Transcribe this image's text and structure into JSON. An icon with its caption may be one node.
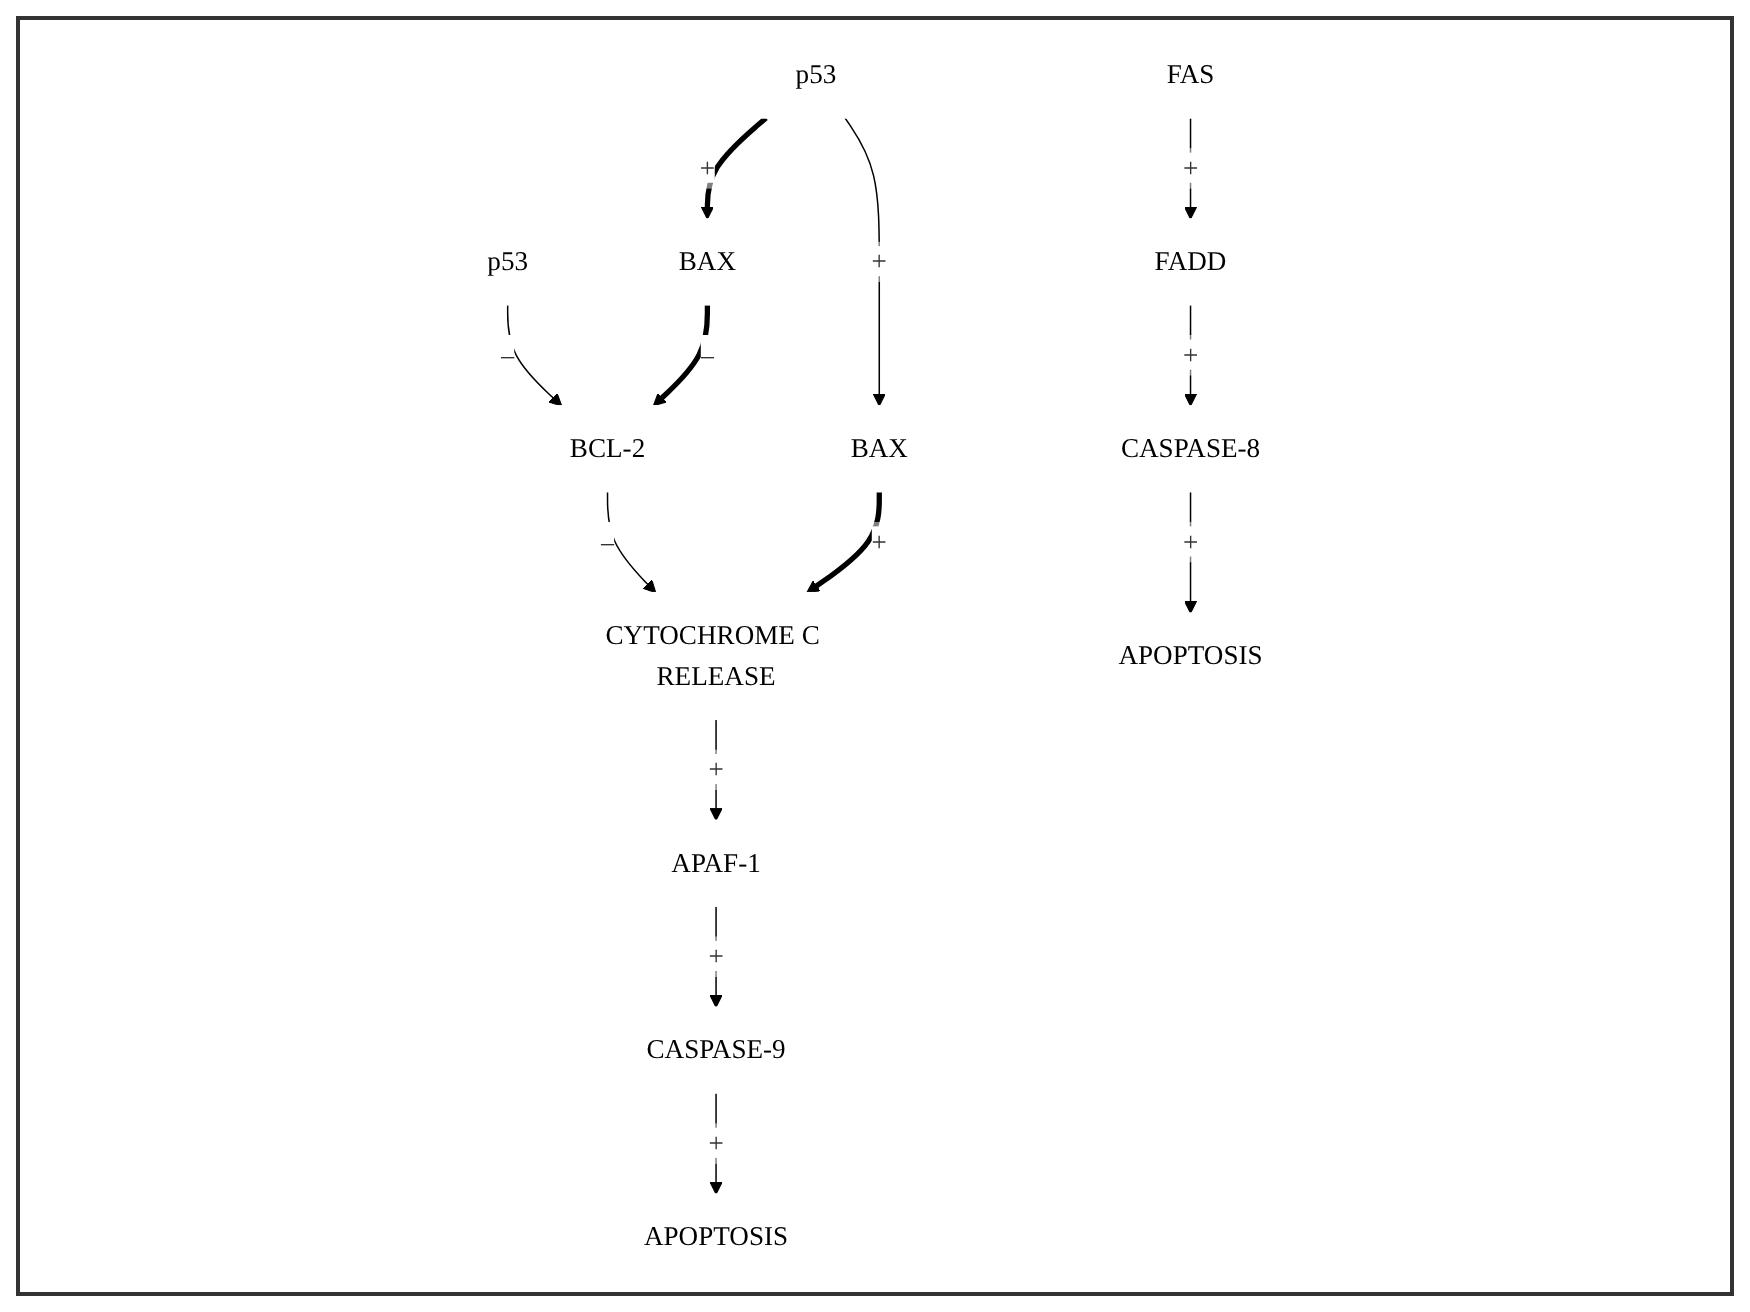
{
  "diagram": {
    "nodes": [
      {
        "text": [
          "p53"
        ]
      },
      {
        "text": [
          "BCL-2"
        ]
      },
      {
        "text": [
          "BAX"
        ]
      },
      {
        "text": [
          "p53"
        ]
      },
      {
        "text": [
          "CYTOCHROME C RELEASE"
        ]
      },
      {
        "text": [
          "BAX"
        ]
      },
      {
        "text": [
          "APAF-1"
        ]
      },
      {
        "text": [
          "CASPASE-9"
        ]
      },
      {
        "text": [
          "APOPTOSIS"
        ]
      },
      {
        "text": [
          "FAS"
        ]
      },
      {
        "text": [
          "FADD"
        ]
      },
      {
        "text": [
          "CASPASE-8"
        ]
      },
      {
        "text": [
          "APOPTOSIS"
        ]
      }
    ],
    "edges": [
      {
        "from": 0,
        "to": 1,
        "arrow": "to",
        "label": "–"
      },
      {
        "from": 2,
        "to": 1,
        "arrow": "to",
        "label": "–",
        "style": "thick"
      },
      {
        "from": 3,
        "to": 2,
        "arrow": "to",
        "label": "+",
        "style": "thick"
      },
      {
        "from": 1,
        "to": 4,
        "arrow": "to",
        "label": "–"
      },
      {
        "from": 3,
        "to": 5,
        "arrow": "to",
        "label": "+"
      },
      {
        "from": 5,
        "to": 4,
        "arrow": "to",
        "label": "+",
        "style": "thick"
      },
      {
        "from": 4,
        "to": 6,
        "arrow": "to",
        "label": "+"
      },
      {
        "from": 6,
        "to": 7,
        "arrow": "to",
        "label": "+"
      },
      {
        "from": 7,
        "to": 8,
        "arrow": "to",
        "label": "+"
      },
      {
        "from": 9,
        "to": 10,
        "arrow": "to",
        "label": "+"
      },
      {
        "from": 10,
        "to": 11,
        "arrow": "to",
        "label": "+"
      },
      {
        "from": 11,
        "to": 12,
        "arrow": "to",
        "label": "+"
      }
    ]
  }
}
